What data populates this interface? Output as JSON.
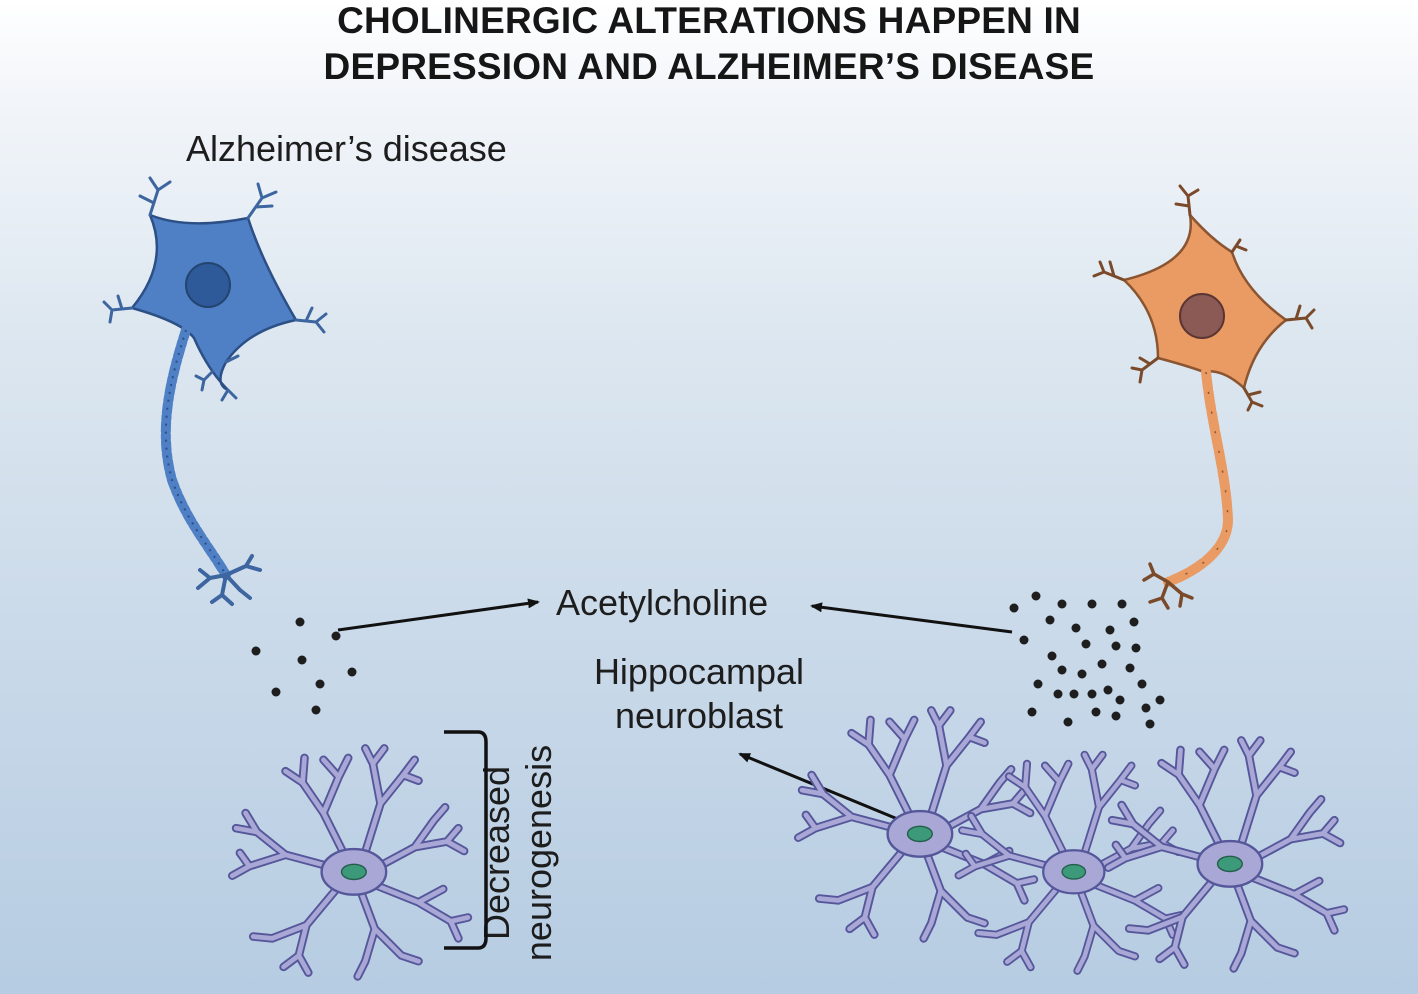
{
  "title": {
    "line1": "CHOLINERGIC ALTERATIONS HAPPEN IN",
    "line2": "DEPRESSION AND ALZHEIMER’S DISEASE"
  },
  "labels": {
    "alzheimers": "Alzheimer’s disease",
    "acetylcholine": "Acetylcholine",
    "neuroblast_line1": "Hippocampal",
    "neuroblast_line2": "neuroblast",
    "decreased_line1": "Decreased",
    "decreased_line2": "neurogenesis"
  },
  "colors": {
    "ad_neuron": "#4f7fc4",
    "ad_nucleus": "#2f5a9a",
    "healthy_neuron": "#ea9a63",
    "healthy_nucleus": "#8b5a55",
    "neuroblast": "#a9a7d6",
    "neuroblast_outline": "#55579a",
    "neuroblast_nucleus": "#3c9a7a",
    "dots": "#1e1e1e"
  }
}
